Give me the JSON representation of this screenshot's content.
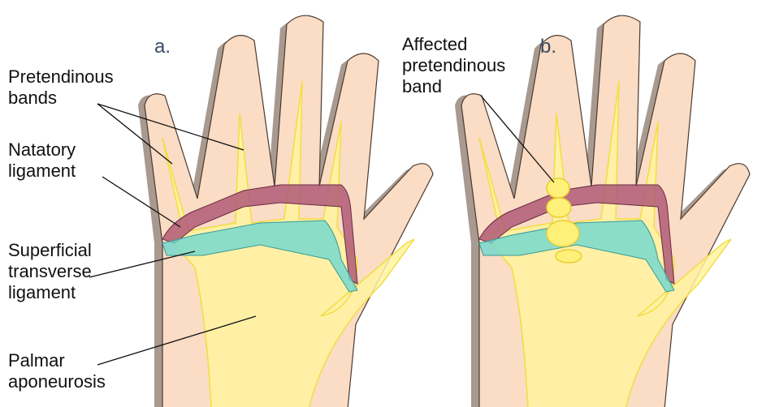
{
  "panels": [
    {
      "letter": "a."
    },
    {
      "letter": "b."
    }
  ],
  "labels": {
    "pretendinous_line1": "Pretendinous",
    "pretendinous_line2": "bands",
    "natatory_line1": "Natatory",
    "natatory_line2": "ligament",
    "superficial_line1": "Superficial",
    "superficial_line2": "transverse",
    "superficial_line3": "ligament",
    "palmar_line1": "Palmar",
    "palmar_line2": "aponeurosis",
    "affected_line1": "Affected",
    "affected_line2": "pretendinous",
    "affected_line3": "band"
  },
  "colors": {
    "skin": "#fbdcc4",
    "skin_outline": "#4a3a30",
    "shadow": "#a89a90",
    "aponeurosis": "#fff3a0",
    "aponeurosis_outline": "#f2de40",
    "natatory": "#b05a78",
    "transverse": "#6fd8d0",
    "affected_nodule": "#fff07a"
  }
}
